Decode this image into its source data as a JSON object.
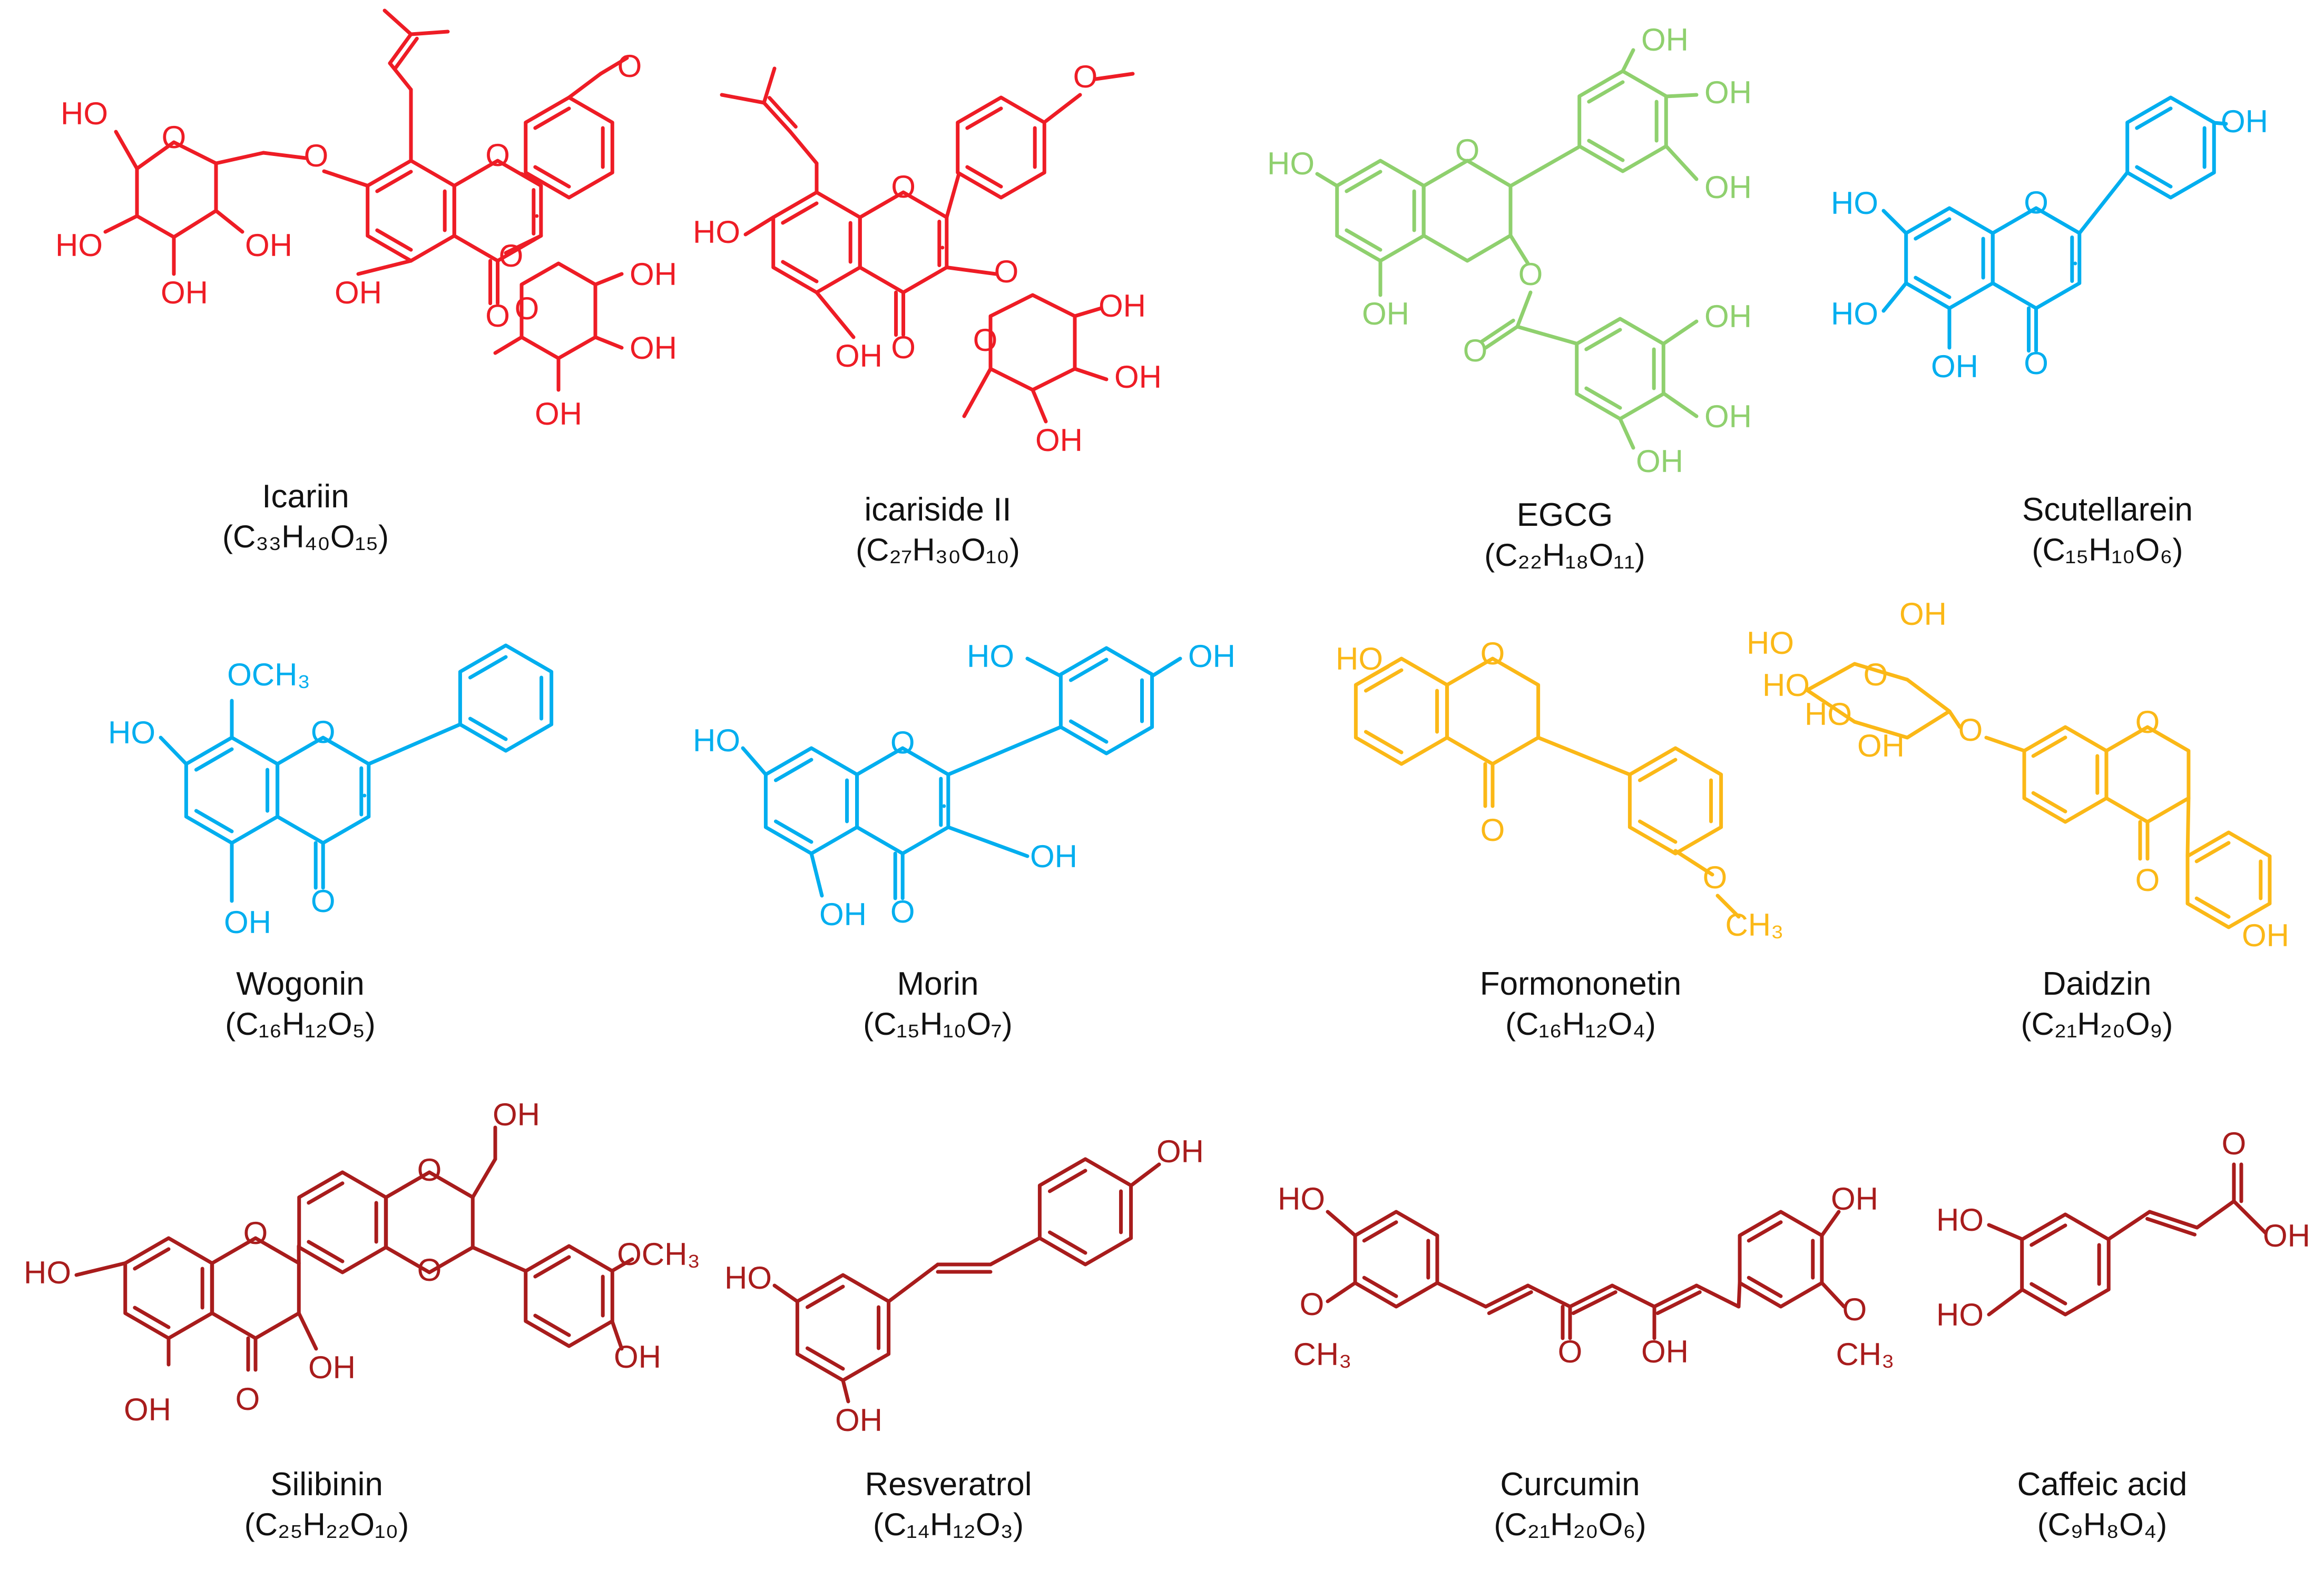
{
  "colors": {
    "red": "#ee1c25",
    "blue": "#00aeef",
    "green": "#8fd06e",
    "yellow": "#fbb817",
    "darkred": "#a81c1c",
    "text": "#111111"
  },
  "compounds": [
    {
      "name": "Icariin",
      "formula": "(C₃₃H₄₀O₁₅)",
      "color": "red"
    },
    {
      "name": "icariside II",
      "formula": "(C₂₇H₃₀O₁₀)",
      "color": "red"
    },
    {
      "name": "EGCG",
      "formula": "(C₂₂H₁₈O₁₁)",
      "color": "green"
    },
    {
      "name": "Scutellarein",
      "formula": "(C₁₅H₁₀O₆)",
      "color": "blue"
    },
    {
      "name": "Wogonin",
      "formula": "(C₁₆H₁₂O₅)",
      "color": "blue"
    },
    {
      "name": "Morin",
      "formula": "(C₁₅H₁₀O₇)",
      "color": "blue"
    },
    {
      "name": "Formononetin",
      "formula": "(C₁₆H₁₂O₄)",
      "color": "yellow"
    },
    {
      "name": "Daidzin",
      "formula": "(C₂₁H₂₀O₉)",
      "color": "yellow"
    },
    {
      "name": "Silibinin",
      "formula": "(C₂₅H₂₂O₁₀)",
      "color": "darkred"
    },
    {
      "name": "Resveratrol",
      "formula": "(C₁₄H₁₂O₃)",
      "color": "darkred"
    },
    {
      "name": "Curcumin",
      "formula": "(C₂₁H₂₀O₆)",
      "color": "darkred"
    },
    {
      "name": "Caffeic acid",
      "formula": "(C₉H₈O₄)",
      "color": "darkred"
    }
  ],
  "atom_labels": {
    "oh": "OH",
    "ho": "HO",
    "o": "O",
    "och3": "OCH₃",
    "ch3": "CH₃"
  }
}
